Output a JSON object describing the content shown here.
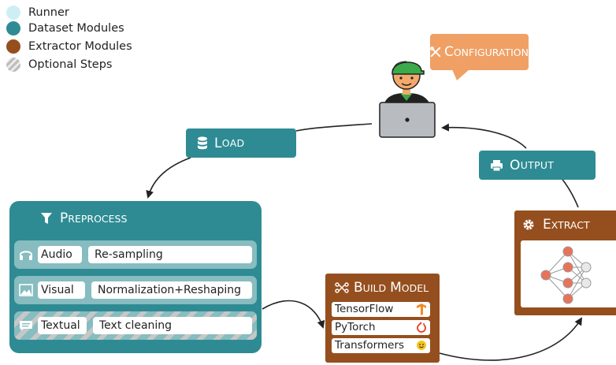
{
  "legend": [
    {
      "label": "Runner",
      "color": "#cdeff4"
    },
    {
      "label": "Dataset Modules",
      "color": "#2e8b93"
    },
    {
      "label": "Extractor Modules",
      "color": "#954f1e"
    },
    {
      "label": "Optional Steps",
      "color": "#d4d4d4"
    }
  ],
  "configuration": {
    "first": "C",
    "rest": "ONFIGURATION",
    "icon": "tools-icon"
  },
  "load": {
    "first": "L",
    "rest": "OAD",
    "icon": "database-icon"
  },
  "output": {
    "first": "O",
    "rest": "UTPUT",
    "icon": "printer-icon"
  },
  "preprocess": {
    "first": "P",
    "rest": "REPROCESS",
    "icon": "filter-icon",
    "rows": [
      {
        "modality": "Audio",
        "step": "Re-sampling",
        "icon": "headphones-icon",
        "optional": false
      },
      {
        "modality": "Visual",
        "step": "Normalization+Reshaping",
        "icon": "image-icon",
        "optional": false
      },
      {
        "modality": "Textual",
        "step": "Text cleaning",
        "icon": "chat-icon",
        "optional": true
      }
    ]
  },
  "build_model": {
    "first_b": "B",
    "rest_b": "UILD",
    "first_m": "M",
    "rest_m": "ODEL",
    "icon": "network-icon",
    "frameworks": [
      {
        "label": "TensorFlow",
        "icon": "tensorflow-icon",
        "color": "#f08a24"
      },
      {
        "label": "PyTorch",
        "icon": "pytorch-icon",
        "color": "#e64a2e"
      },
      {
        "label": "Transformers",
        "icon": "huggingface-icon",
        "color": "#f5c518"
      }
    ]
  },
  "extract": {
    "first": "E",
    "rest": "XTRACT",
    "icon": "gear-icon"
  },
  "colors": {
    "teal": "#2e8b93",
    "brown": "#954f1e",
    "orange": "#f0a064",
    "node": "#e8735a"
  }
}
